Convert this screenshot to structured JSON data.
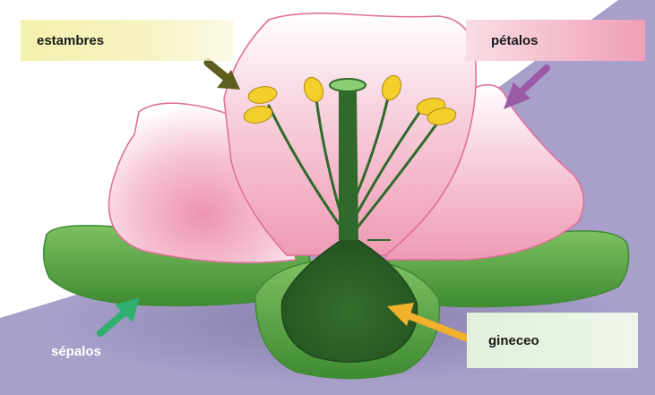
{
  "labels": {
    "estambres": "estambres",
    "petalos": "pétalos",
    "gineceo": "gineceo",
    "sepalos": "sépalos"
  },
  "colors": {
    "background_purple": "#a89fcb",
    "petal_pink": "#f2a9c0",
    "petal_outline": "#e0709a",
    "sepal_green": "#5fa84a",
    "ovary_green": "#2f6a2a",
    "anther_yellow": "#f2cf2a",
    "arrow_estambres": "#5e5e1e",
    "arrow_petalos": "#9a5aa6",
    "arrow_gineceo": "#f2b12a",
    "arrow_sepalos": "#2fb06e"
  }
}
